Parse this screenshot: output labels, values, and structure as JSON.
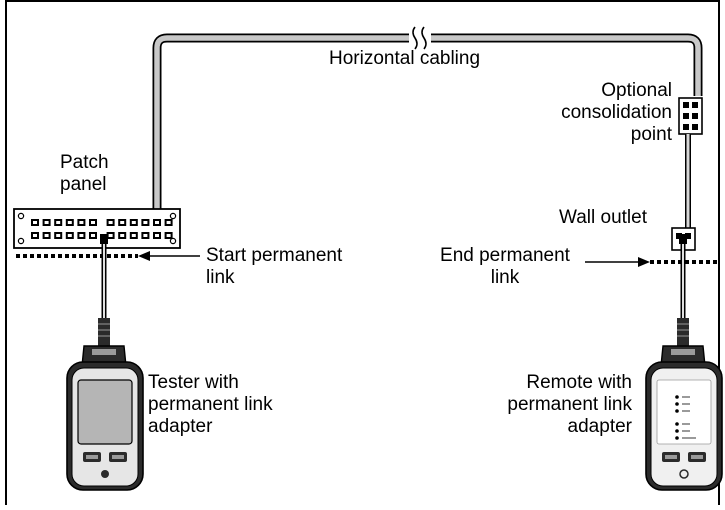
{
  "labels": {
    "horizontal_cabling": "Horizontal cabling",
    "optional_consolidation_point": [
      "Optional",
      "consolidation",
      "point"
    ],
    "patch_panel": [
      "Patch",
      "panel"
    ],
    "wall_outlet": "Wall outlet",
    "start_permanent_link": [
      "Start permanent",
      "link"
    ],
    "end_permanent_link": [
      "End permanent",
      "link"
    ],
    "tester": [
      "Tester with",
      "permanent link",
      "adapter"
    ],
    "remote": [
      "Remote with",
      "permanent link",
      "adapter"
    ]
  },
  "colors": {
    "frame": "#000000",
    "cable_fill": "#c8c8c8",
    "device_dark": "#2b2b2b",
    "device_mid": "#9a9a9a",
    "device_light": "#e6e6e6",
    "screen": "#b5b5b5"
  }
}
